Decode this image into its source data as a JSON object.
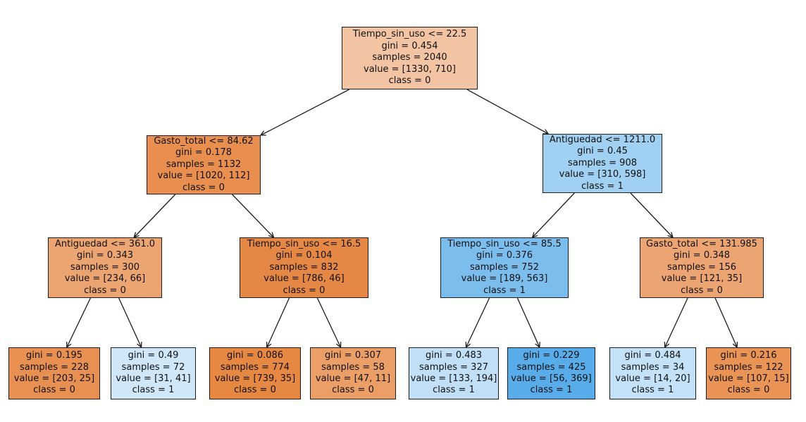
{
  "figure": {
    "type": "decision-tree-plot",
    "background": "#ffffff",
    "class_colors": {
      "class_0_base": "#e58139",
      "class_1_base": "#399de5"
    }
  },
  "nodes": [
    {
      "id": "root",
      "condition": "Tiempo_sin_uso <= 22.5",
      "gini": "gini = 0.454",
      "samples": "samples = 2040",
      "value": "value = [1330, 710]",
      "class": "class = 0",
      "color": "#f3c4a3",
      "children": [
        1,
        2
      ]
    },
    {
      "id": "n1",
      "condition": "Gasto_total <= 84.62",
      "gini": "gini = 0.178",
      "samples": "samples = 1132",
      "value": "value = [1020, 112]",
      "class": "class = 0",
      "color": "#e88f4f",
      "children": [
        3,
        4
      ]
    },
    {
      "id": "n2",
      "condition": "Antiguedad <= 1211.0",
      "gini": "gini = 0.45",
      "samples": "samples = 908",
      "value": "value = [310, 598]",
      "class": "class = 1",
      "color": "#a0d0f2",
      "children": [
        5,
        6
      ]
    },
    {
      "id": "n3",
      "condition": "Antiguedad <= 361.0",
      "gini": "gini = 0.343",
      "samples": "samples = 300",
      "value": "value = [234, 66]",
      "class": "class = 0",
      "color": "#eca571",
      "children": [
        7,
        8
      ]
    },
    {
      "id": "n4",
      "condition": "Tiempo_sin_uso <= 16.5",
      "gini": "gini = 0.104",
      "samples": "samples = 832",
      "value": "value = [786, 46]",
      "class": "class = 0",
      "color": "#e68845",
      "children": [
        9,
        10
      ]
    },
    {
      "id": "n5",
      "condition": "Tiempo_sin_uso <= 85.5",
      "gini": "gini = 0.376",
      "samples": "samples = 752",
      "value": "value = [189, 563]",
      "class": "class = 1",
      "color": "#7bbeee",
      "children": [
        11,
        12
      ]
    },
    {
      "id": "n6",
      "condition": "Gasto_total <= 131.985",
      "gini": "gini = 0.348",
      "samples": "samples = 156",
      "value": "value = [121, 35]",
      "class": "class = 0",
      "color": "#eca572",
      "children": [
        13,
        14
      ]
    },
    {
      "id": "leaf-1",
      "gini": "gini = 0.195",
      "samples": "samples = 228",
      "value": "value = [203, 25]",
      "class": "class = 0",
      "color": "#e89051",
      "children": []
    },
    {
      "id": "leaf-2",
      "gini": "gini = 0.49",
      "samples": "samples = 72",
      "value": "value = [31, 41]",
      "class": "class = 1",
      "color": "#cfe7f9",
      "children": []
    },
    {
      "id": "leaf-3",
      "gini": "gini = 0.086",
      "samples": "samples = 774",
      "value": "value = [739, 35]",
      "class": "class = 0",
      "color": "#e68742",
      "children": []
    },
    {
      "id": "leaf-4",
      "gini": "gini = 0.307",
      "samples": "samples = 58",
      "value": "value = [47, 11]",
      "class": "class = 0",
      "color": "#eb9f67",
      "children": []
    },
    {
      "id": "leaf-5",
      "gini": "gini = 0.483",
      "samples": "samples = 327",
      "value": "value = [133, 194]",
      "class": "class = 1",
      "color": "#c1e0f7",
      "children": []
    },
    {
      "id": "leaf-6",
      "gini": "gini = 0.229",
      "samples": "samples = 425",
      "value": "value = [56, 369]",
      "class": "class = 1",
      "color": "#57ace9",
      "children": []
    },
    {
      "id": "leaf-7",
      "gini": "gini = 0.484",
      "samples": "samples = 34",
      "value": "value = [14, 20]",
      "class": "class = 1",
      "color": "#c4e2f7",
      "children": []
    },
    {
      "id": "leaf-8",
      "gini": "gini = 0.216",
      "samples": "samples = 122",
      "value": "value = [107, 15]",
      "class": "class = 0",
      "color": "#e99355",
      "children": []
    }
  ]
}
